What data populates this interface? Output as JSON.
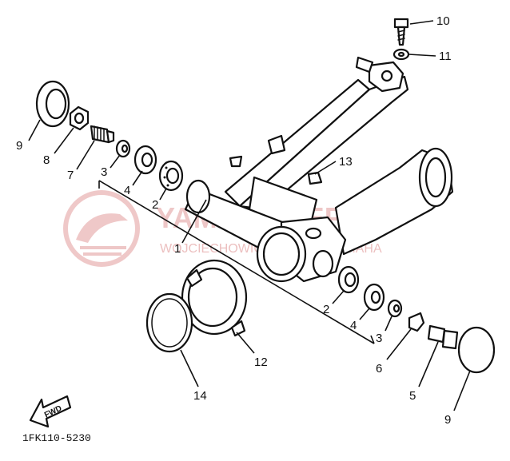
{
  "callouts": [
    {
      "id": "c10",
      "label": "10"
    },
    {
      "id": "c11",
      "label": "11"
    },
    {
      "id": "c9a",
      "label": "9"
    },
    {
      "id": "c8",
      "label": "8"
    },
    {
      "id": "c7",
      "label": "7"
    },
    {
      "id": "c3a",
      "label": "3"
    },
    {
      "id": "c4a",
      "label": "4"
    },
    {
      "id": "c2a",
      "label": "2"
    },
    {
      "id": "c1",
      "label": "1"
    },
    {
      "id": "c13",
      "label": "13"
    },
    {
      "id": "c2b",
      "label": "2"
    },
    {
      "id": "c4b",
      "label": "4"
    },
    {
      "id": "c3b",
      "label": "3"
    },
    {
      "id": "c6",
      "label": "6"
    },
    {
      "id": "c5",
      "label": "5"
    },
    {
      "id": "c9b",
      "label": "9"
    },
    {
      "id": "c12",
      "label": "12"
    },
    {
      "id": "c14",
      "label": "14"
    }
  ],
  "diagram_code": "1FK110-5230",
  "direction_label": "FWD",
  "watermark": {
    "title": "YAMA-SKLEP.PL",
    "subtitle": "WOJCIECHOWICZ DEALER YAMAHA",
    "color": "#e9b5b5"
  },
  "colors": {
    "ink": "#111111",
    "background": "#ffffff"
  }
}
